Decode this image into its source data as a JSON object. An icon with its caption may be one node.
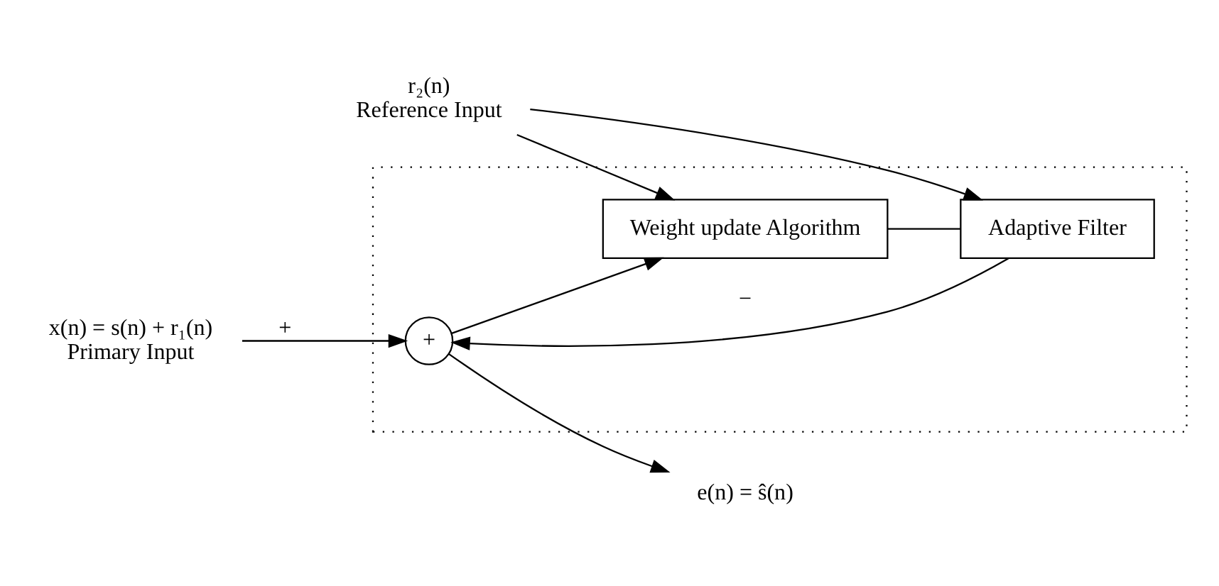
{
  "diagram": {
    "nodes": [
      {
        "text": [],
        "shape": "box"
      },
      {
        "text": [
          "x(n) = s(n) + r₁(n)",
          "Primary Input"
        ]
      },
      {
        "text": [
          "+"
        ],
        "in": 0
      },
      {
        "text": [
          "Adaptive Filter"
        ],
        "in": 0
      },
      {
        "text": [
          "Weight update Algorithm"
        ],
        "in": 0
      },
      {
        "text": [
          "e(n) = ŝ(n)"
        ]
      },
      {
        "text": [
          "r₂(n)",
          "Reference Input"
        ]
      }
    ],
    "edges": [
      {
        "from": 1,
        "to": 2,
        "arrow": "to",
        "label": "+"
      },
      {
        "from": 3,
        "to": 2,
        "arrow": "to",
        "label": "−"
      },
      {
        "from": 2,
        "to": 5,
        "arrow": "to"
      },
      {
        "from": 2,
        "to": 4,
        "arrow": "to"
      },
      {
        "from": 6,
        "to": 3,
        "arrow": "to"
      },
      {
        "from": 6,
        "to": 4,
        "arrow": "to"
      },
      {
        "from": 4,
        "to": 3,
        "arrow": "none"
      }
    ]
  }
}
